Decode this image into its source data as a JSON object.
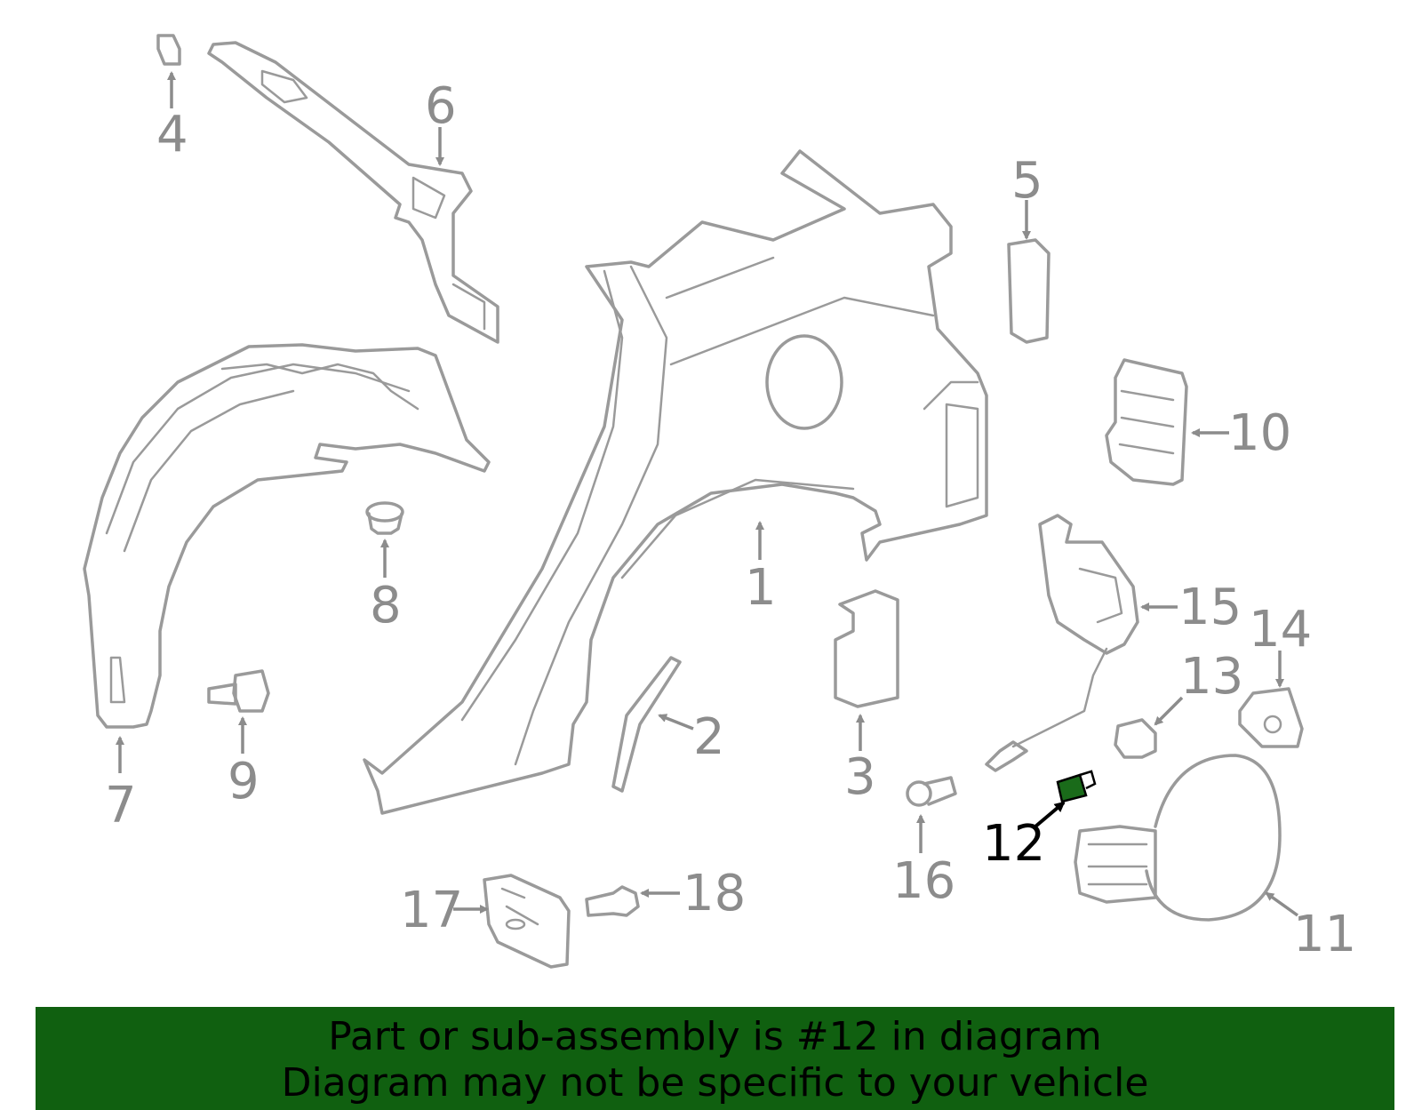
{
  "diagram": {
    "highlighted_part": "12",
    "highlight_color": "#1a6b1a",
    "line_color": "#9a9a9a",
    "callouts": [
      "1",
      "2",
      "3",
      "4",
      "5",
      "6",
      "7",
      "8",
      "9",
      "10",
      "11",
      "12",
      "13",
      "14",
      "15",
      "16",
      "17",
      "18"
    ]
  },
  "banner": {
    "line1": "Part or sub-assembly is #12 in diagram",
    "line2": "Diagram may not be specific to your vehicle",
    "color": "#106010"
  }
}
